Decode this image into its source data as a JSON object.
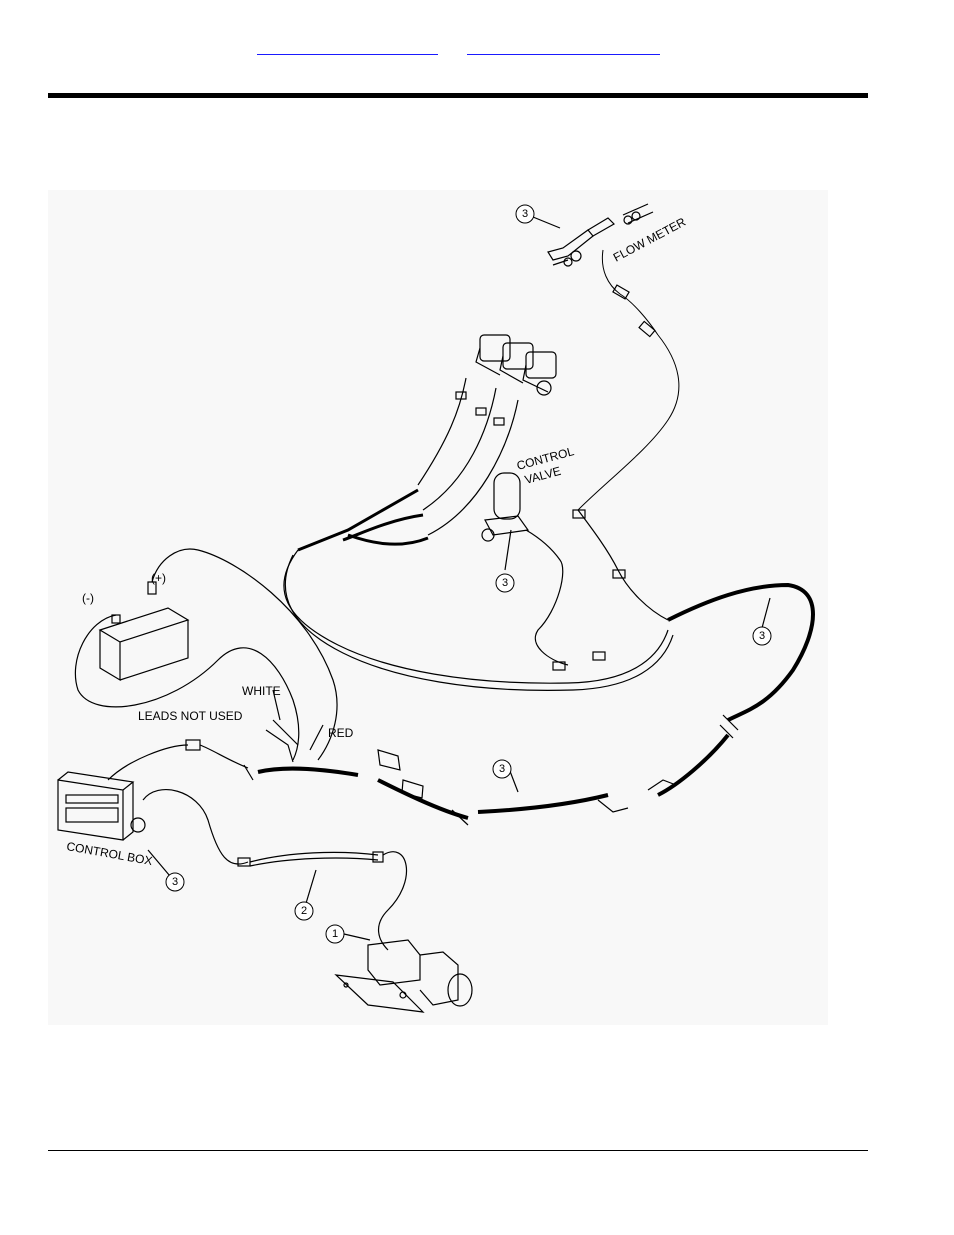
{
  "nav": {
    "link_1": "",
    "link_2": ""
  },
  "figure": {
    "callouts": {
      "flow_meter_item": "3",
      "control_valve_item": "3",
      "harness_right_item": "3",
      "harness_center_item": "3",
      "control_box_item": "3",
      "cable_item": "2",
      "switch_item": "1"
    },
    "labels": {
      "flow_meter": "FLOW METER",
      "control_valve_line1": "CONTROL",
      "control_valve_line2": "VALVE",
      "battery_negative": "(-)",
      "battery_positive": "(+)",
      "white": "WHITE",
      "leads_not_used": "LEADS NOT USED",
      "red": "RED",
      "control_box": "CONTROL BOX"
    }
  }
}
